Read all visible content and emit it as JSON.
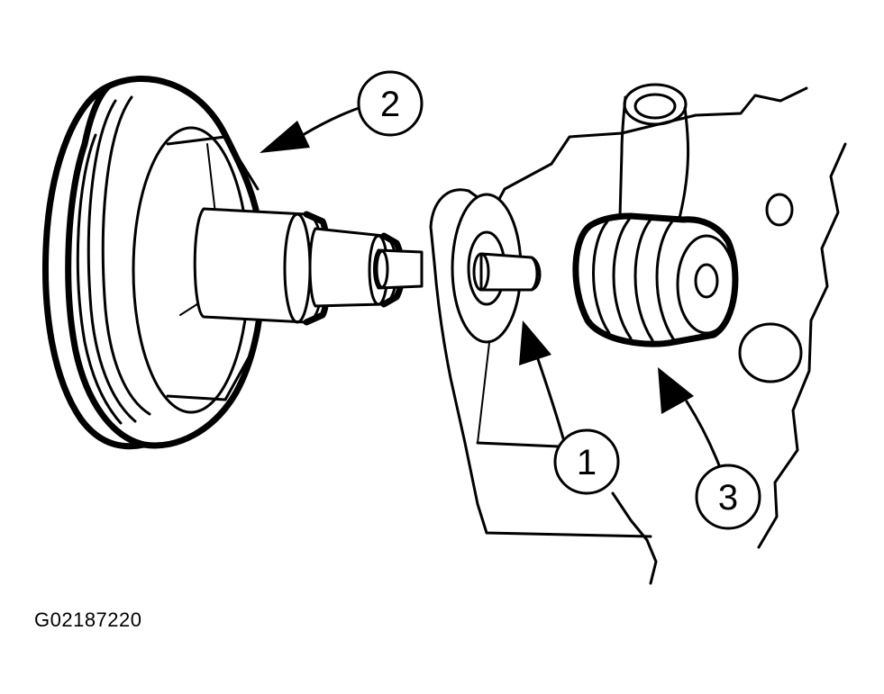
{
  "diagram": {
    "callouts": [
      {
        "label": "1",
        "part": "shaft-stud"
      },
      {
        "label": "2",
        "part": "pulley"
      },
      {
        "label": "3",
        "part": "threaded-plug"
      }
    ],
    "figure_id": "G02187220"
  }
}
